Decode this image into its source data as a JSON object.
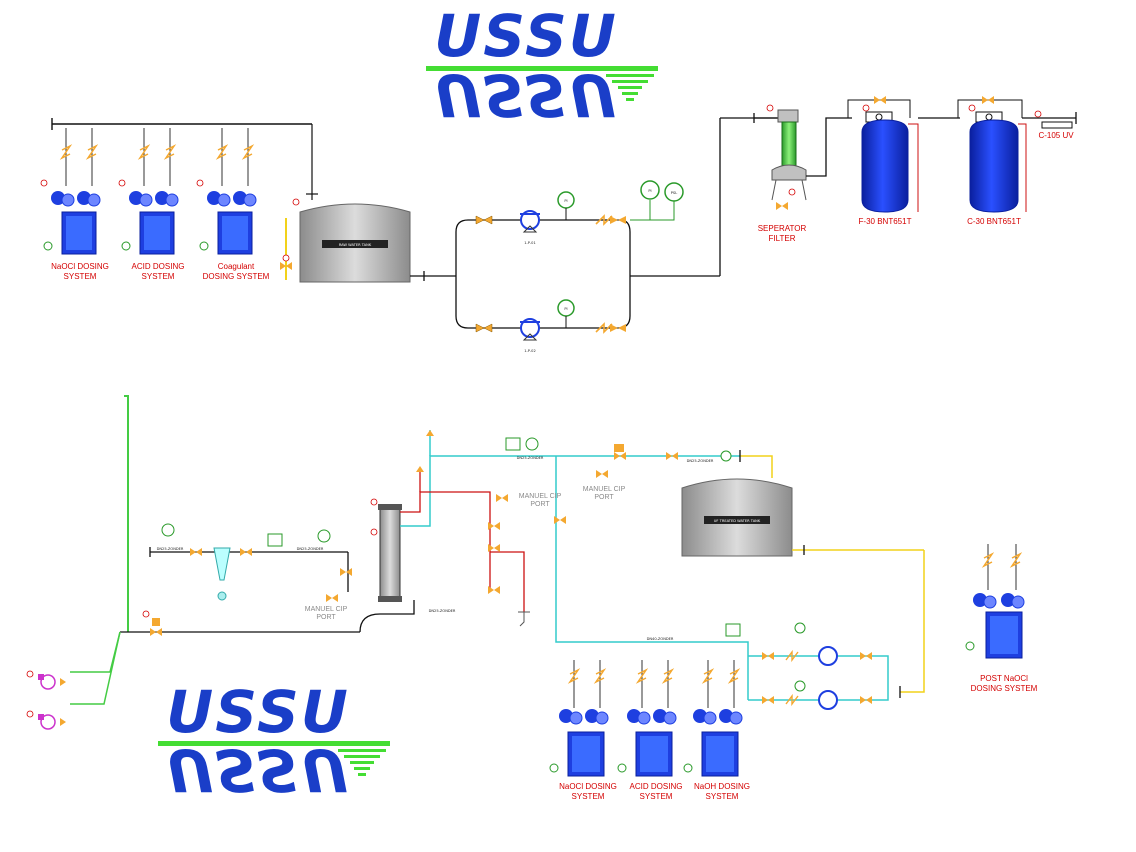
{
  "logo": {
    "text": "USSU",
    "color": "#1a3ec8",
    "bar_color": "#44dd33"
  },
  "dosing_systems_top": [
    {
      "line1": "NaOCl DOSING",
      "line2": "SYSTEM"
    },
    {
      "line1": "ACID DOSING",
      "line2": "SYSTEM"
    },
    {
      "line1": "Coagulant",
      "line2": "DOSING SYSTEM"
    }
  ],
  "raw_water_tank": {
    "label": "RAW WATER TANK"
  },
  "pumps_top": [
    {
      "tag": "1-P-01"
    },
    {
      "tag": "1-P-02"
    }
  ],
  "instruments": {
    "pi": "PI",
    "psl": "PSL"
  },
  "separator_filter": {
    "line1": "SEPERATOR",
    "line2": "FILTER"
  },
  "vessels": [
    {
      "label": "F-30 BNT651T"
    },
    {
      "label": "C-30 BNT651T"
    }
  ],
  "uv": {
    "label": "C-105 UV"
  },
  "uf_tank": {
    "label": "UF TREATED WATER TANK"
  },
  "cip_ports": [
    {
      "line1": "MANUEL CIP",
      "line2": "PORT"
    },
    {
      "line1": "MANUEL CIP",
      "line2": "PORT"
    },
    {
      "line1": "MANUEL CIP",
      "line2": "PORT"
    }
  ],
  "dosing_systems_bottom": [
    {
      "line1": "NaOCl DOSING",
      "line2": "SYSTEM"
    },
    {
      "line1": "ACID DOSING",
      "line2": "SYSTEM"
    },
    {
      "line1": "NaOH DOSING",
      "line2": "SYSTEM"
    }
  ],
  "post_dosing": {
    "line1": "POST NaOCl",
    "line2": "DOSING SYSTEM"
  },
  "line_tags": {
    "dn": "DN25-ZONDER",
    "dn_long": "DN40-ZONDER"
  },
  "colors": {
    "raw_line": "#111111",
    "cyan_line": "#33cccc",
    "green_line": "#44cc44",
    "red_line": "#cc1111",
    "yellow_line": "#f2d21a",
    "tank_blue": "#1e3fe0",
    "valve_orange": "#f4a830",
    "label_red": "#d40000"
  }
}
